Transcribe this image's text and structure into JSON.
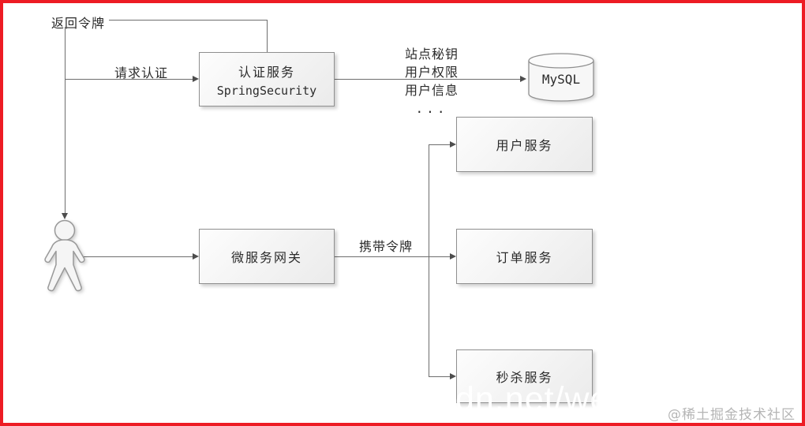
{
  "page": {
    "border_color": "#ed1c24",
    "watermarks": {
      "csdn_fragment": "dn.net/we",
      "juejin": "@稀土掘金技术社区"
    }
  },
  "diagram": {
    "nodes": {
      "auth_service": {
        "line1": "认证服务",
        "line2": "SpringSecurity"
      },
      "gateway": {
        "label": "微服务网关"
      },
      "user_service": {
        "label": "用户服务"
      },
      "order_service": {
        "label": "订单服务"
      },
      "seckill_service": {
        "label": "秒杀服务"
      },
      "database": {
        "label": "MySQL"
      }
    },
    "edges": {
      "return_token": "返回令牌",
      "request_auth": "请求认证",
      "carry_token": "携带令牌",
      "db_payload": [
        "站点秘钥",
        "用户权限",
        "用户信息",
        "..."
      ]
    }
  }
}
